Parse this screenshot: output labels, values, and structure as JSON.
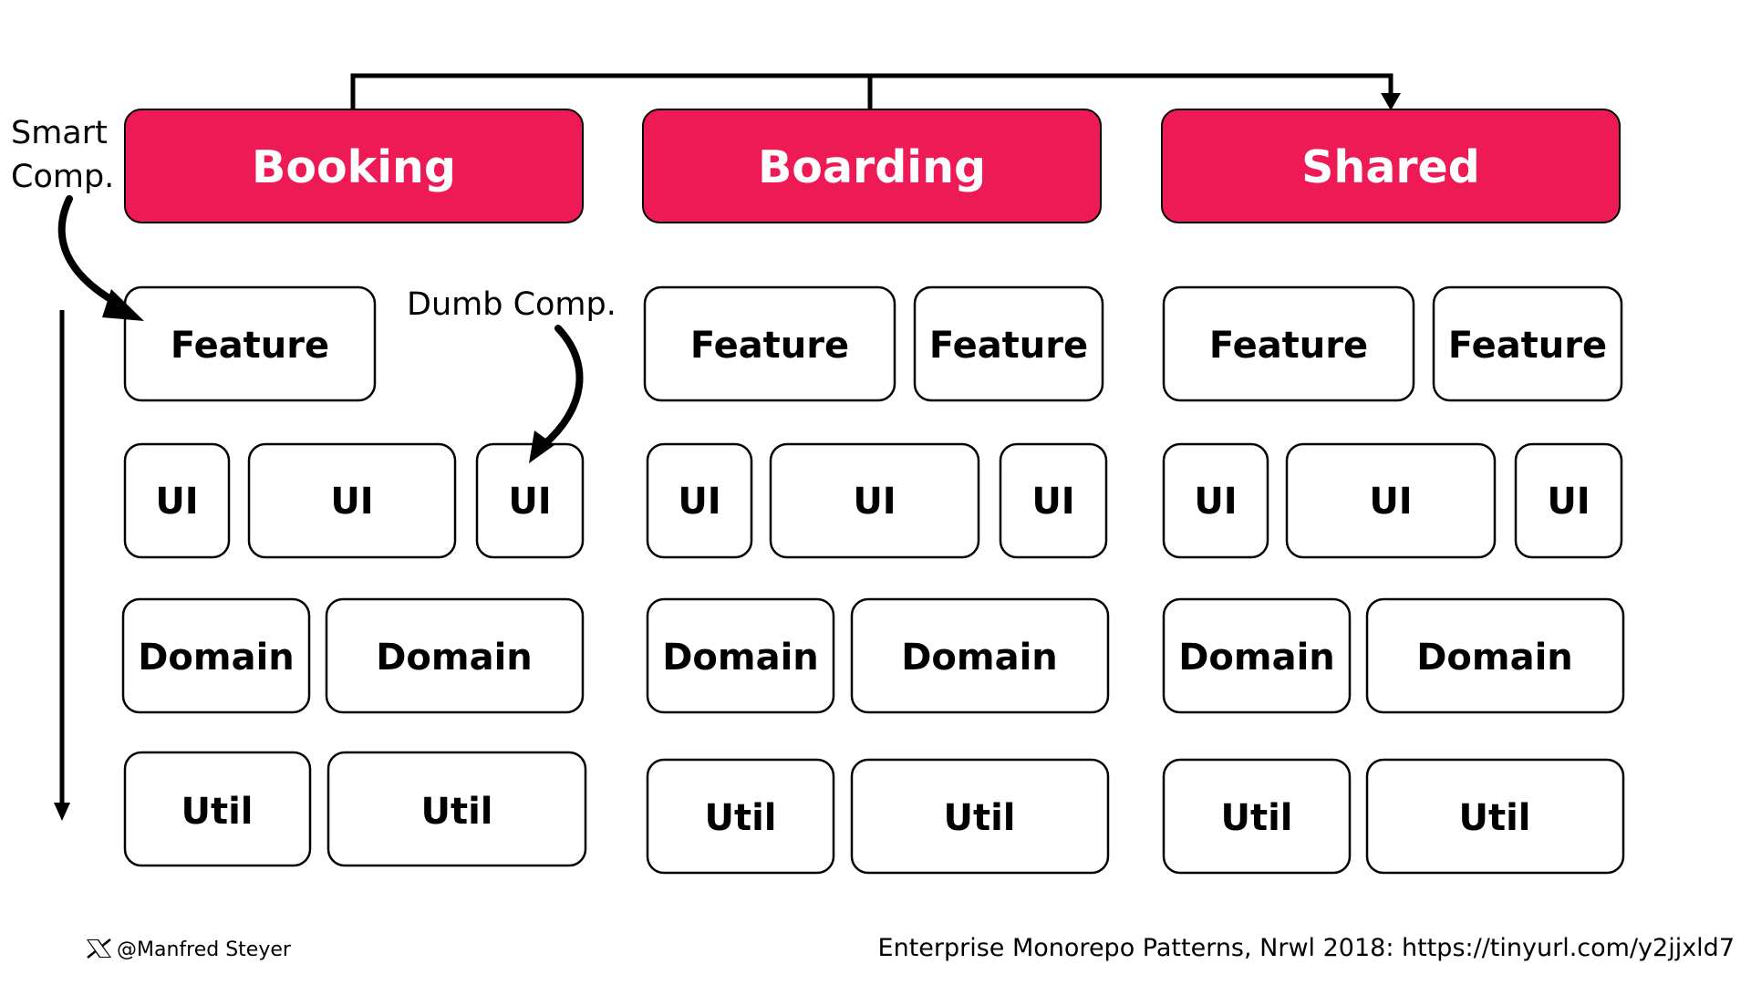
{
  "colors": {
    "domain_fill": "#ee1a56",
    "box_stroke": "#000000",
    "background": "#ffffff"
  },
  "domains": [
    {
      "label": "Booking",
      "features": [
        "Feature"
      ],
      "ui": [
        "UI",
        "UI",
        "UI"
      ],
      "domain": [
        "Domain",
        "Domain"
      ],
      "util": [
        "Util",
        "Util"
      ]
    },
    {
      "label": "Boarding",
      "features": [
        "Feature",
        "Feature"
      ],
      "ui": [
        "UI",
        "UI",
        "UI"
      ],
      "domain": [
        "Domain",
        "Domain"
      ],
      "util": [
        "Util",
        "Util"
      ]
    },
    {
      "label": "Shared",
      "features": [
        "Feature",
        "Feature"
      ],
      "ui": [
        "UI",
        "UI",
        "UI"
      ],
      "domain": [
        "Domain",
        "Domain"
      ],
      "util": [
        "Util",
        "Util"
      ]
    }
  ],
  "annotations": {
    "smart_line1": "Smart",
    "smart_line2": "Comp.",
    "dumb": "Dumb Comp."
  },
  "footer": {
    "x_icon": "x-logo-icon",
    "handle": "@Manfred Steyer",
    "source": "Enterprise Monorepo Patterns, Nrwl 2018: https://tinyurl.com/y2jjxld7"
  }
}
